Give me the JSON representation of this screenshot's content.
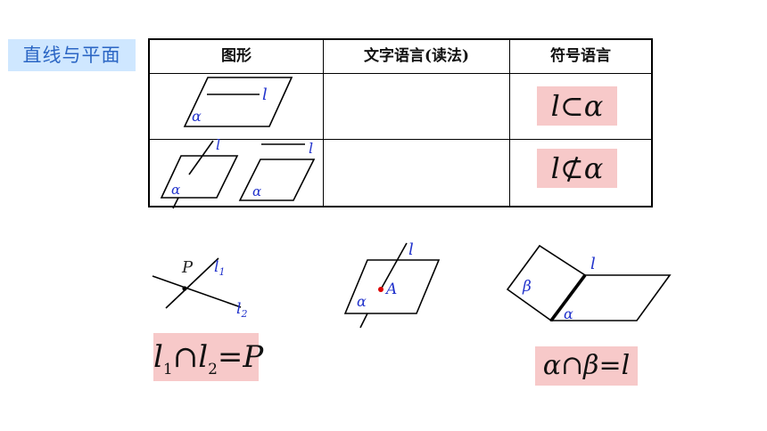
{
  "title": "直线与平面",
  "table": {
    "headers": [
      "图形",
      "文字语言(读法)",
      "符号语言"
    ],
    "rows": [
      {
        "symbol_left": "l",
        "symbol_op": "⊂",
        "symbol_right": "α"
      },
      {
        "symbol_left": "l",
        "symbol_op": "⊄",
        "symbol_right": "α"
      }
    ]
  },
  "diagram_labels": {
    "line": "l",
    "plane_alpha": "α",
    "plane_beta": "β",
    "point_p": "P",
    "point_a": "A",
    "line1": "l",
    "line1_sub": "1",
    "line2": "l",
    "line2_sub": "2"
  },
  "equations": {
    "lines_intersect": {
      "a": "l",
      "a_sub": "1",
      "op": "∩",
      "b": "l",
      "b_sub": "2",
      "eq": "=",
      "result": "P"
    },
    "planes_intersect": {
      "a": "α",
      "op": "∩",
      "b": "β",
      "eq": "=",
      "result": "l"
    }
  },
  "colors": {
    "badge_bg": "#cfe7ff",
    "badge_text": "#2b66c4",
    "symbol_bg": "#f7c9c9",
    "label_blue": "#2233cc",
    "point_red": "#dd0000"
  }
}
